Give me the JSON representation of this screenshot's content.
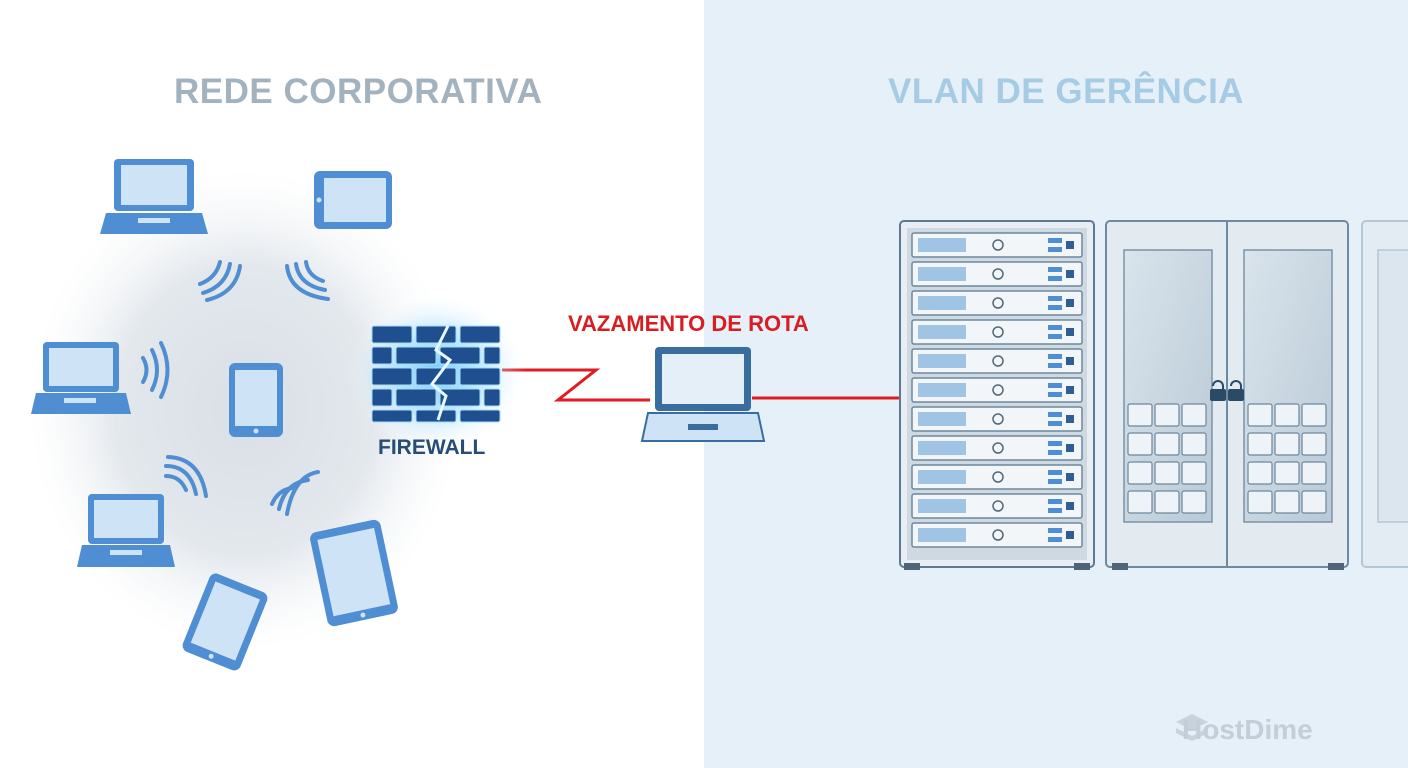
{
  "zones": {
    "left_title": "REDE CORPORATIVA",
    "right_title": "VLAN DE GERÊNCIA"
  },
  "firewall": {
    "label": "FIREWALL"
  },
  "leak": {
    "label": "VAZAMENTO DE ROTA"
  },
  "brand": {
    "name": "HostDime"
  },
  "colors": {
    "device_blue": "#4f8ed2",
    "screen_fill": "#cfe3f7",
    "leak_red": "#e01b22",
    "firewall_blue": "#1f4f8f",
    "right_panel": "#e6f0f8"
  }
}
